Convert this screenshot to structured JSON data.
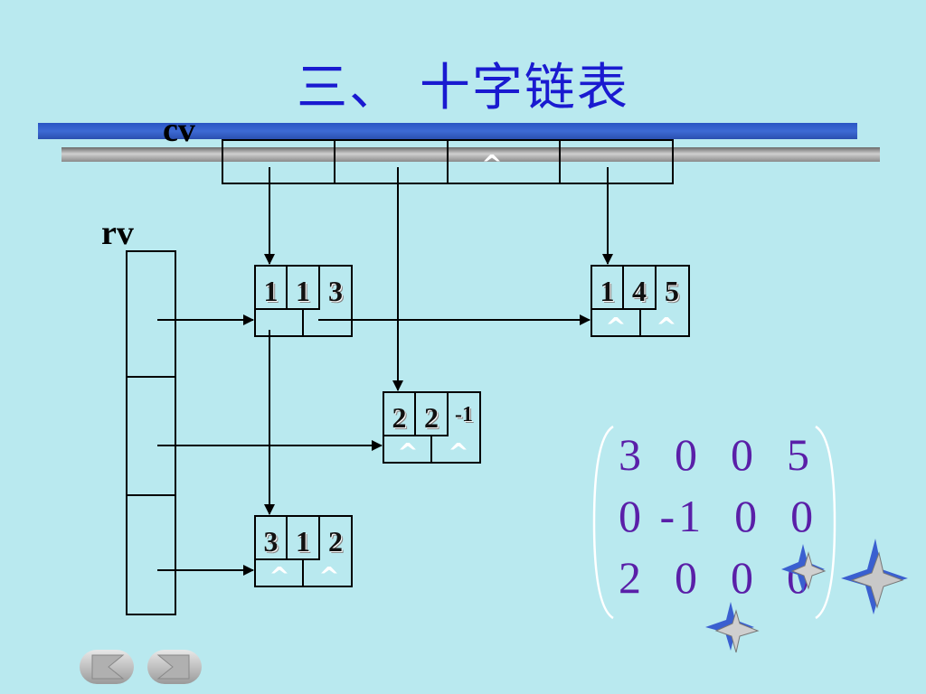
{
  "title": "三、 十字链表",
  "labels": {
    "cv": "cv",
    "rv": "rv"
  },
  "null_symbol": "^",
  "nodes": [
    {
      "row": "1",
      "col": "1",
      "val": "3"
    },
    {
      "row": "1",
      "col": "4",
      "val": "5"
    },
    {
      "row": "2",
      "col": "2",
      "val": "-1"
    },
    {
      "row": "3",
      "col": "1",
      "val": "2"
    }
  ],
  "matrix": [
    "3  0  0  5",
    "0 -1  0  0",
    "2  0  0  0"
  ],
  "colors": {
    "title": "#1a1ad0",
    "matrix": "#5a1fa8",
    "background": "#b9e9ef"
  }
}
